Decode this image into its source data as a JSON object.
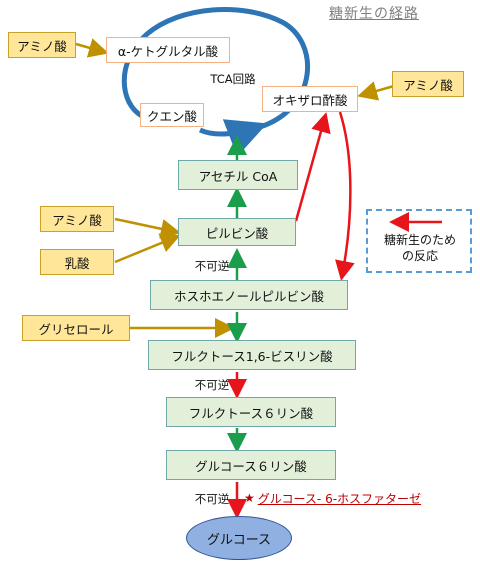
{
  "title": "糖新生の経路",
  "tca_label": "TCA回路",
  "nodes": {
    "amino_1": "アミノ酸",
    "ketoglutarate": "α-ケトグルタル酸",
    "citrate": "クエン酸",
    "oxaloacetate": "オキザロ酢酸",
    "amino_2": "アミノ酸",
    "acetyl_coa": "アセチル CoA",
    "amino_3": "アミノ酸",
    "pyruvate": "ピルビン酸",
    "lactate": "乳酸",
    "pep": "ホスホエノールピルビン酸",
    "glycerol": "グリセロール",
    "f16bp": "フルクトース1,6-ビスリン酸",
    "f6p": "フルクトース６リン酸",
    "g6p": "グルコース６リン酸",
    "glucose": "グルコース"
  },
  "irreversible_labels": [
    "不可逆",
    "不可逆",
    "不可逆"
  ],
  "enzyme": {
    "star": "★",
    "name": "グルコース- 6-ホスファターゼ"
  },
  "legend": {
    "line1": "糖新生のため",
    "line2": "の反応"
  },
  "colors": {
    "red": "#e8141b",
    "green": "#1a9e4b",
    "gold": "#bf9000",
    "blue": "#2e75b6"
  }
}
